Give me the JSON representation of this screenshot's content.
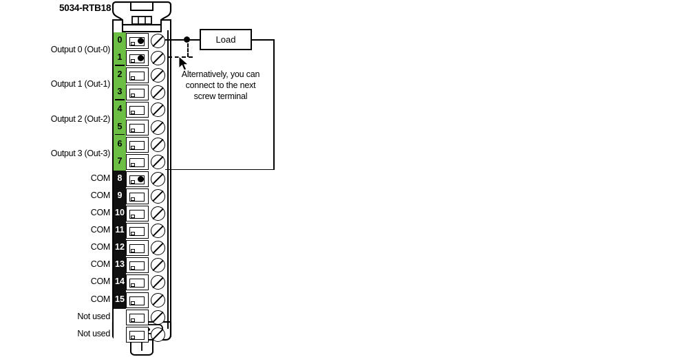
{
  "diagram": {
    "title": "5034-RTB18",
    "type": "wiring-diagram",
    "module": {
      "name": "5034-RTB18",
      "terminal_count": 18,
      "strip_colors": {
        "output": "#6cbe45",
        "common": "#101010",
        "unused": "#ffffff"
      }
    },
    "terminals": [
      {
        "index": 0,
        "number": "0",
        "strip": "output",
        "label": "Output 0 (Out-0)",
        "wired": true
      },
      {
        "index": 1,
        "number": "1",
        "strip": "output",
        "label": "",
        "wired": true
      },
      {
        "index": 2,
        "number": "2",
        "strip": "output",
        "label": "Output 1 (Out-1)",
        "wired": false
      },
      {
        "index": 3,
        "number": "3",
        "strip": "output",
        "label": "",
        "wired": false
      },
      {
        "index": 4,
        "number": "4",
        "strip": "output",
        "label": "Output 2 (Out-2)",
        "wired": false
      },
      {
        "index": 5,
        "number": "5",
        "strip": "output",
        "label": "",
        "wired": false
      },
      {
        "index": 6,
        "number": "6",
        "strip": "output",
        "label": "Output 3 (Out-3)",
        "wired": false
      },
      {
        "index": 7,
        "number": "7",
        "strip": "output",
        "label": "",
        "wired": false
      },
      {
        "index": 8,
        "number": "8",
        "strip": "common",
        "label": "COM",
        "wired": true
      },
      {
        "index": 9,
        "number": "9",
        "strip": "common",
        "label": "COM",
        "wired": false
      },
      {
        "index": 10,
        "number": "10",
        "strip": "common",
        "label": "COM",
        "wired": false
      },
      {
        "index": 11,
        "number": "11",
        "strip": "common",
        "label": "COM",
        "wired": false
      },
      {
        "index": 12,
        "number": "12",
        "strip": "common",
        "label": "COM",
        "wired": false
      },
      {
        "index": 13,
        "number": "13",
        "strip": "common",
        "label": "COM",
        "wired": false
      },
      {
        "index": 14,
        "number": "14",
        "strip": "common",
        "label": "COM",
        "wired": false
      },
      {
        "index": 15,
        "number": "15",
        "strip": "common",
        "label": "COM",
        "wired": false
      },
      {
        "index": 16,
        "number": "",
        "strip": "unused",
        "label": "Not used",
        "wired": false
      },
      {
        "index": 17,
        "number": "",
        "strip": "unused",
        "label": "Not used",
        "wired": false
      }
    ],
    "output_labels": [
      {
        "text": "Output 0 (Out-0)",
        "terminals": [
          0,
          1
        ]
      },
      {
        "text": "Output 1 (Out-1)",
        "terminals": [
          2,
          3
        ]
      },
      {
        "text": "Output 2 (Out-2)",
        "terminals": [
          4,
          5
        ]
      },
      {
        "text": "Output 3 (Out-3)",
        "terminals": [
          6,
          7
        ]
      }
    ],
    "load": {
      "label": "Load"
    },
    "annotation": {
      "line1": "Alternatively, you can",
      "line2": "connect to the next",
      "line3": "screw terminal"
    },
    "circuit": {
      "source_terminal": "0",
      "return_terminal": "8",
      "alternate_terminal": "1"
    }
  }
}
